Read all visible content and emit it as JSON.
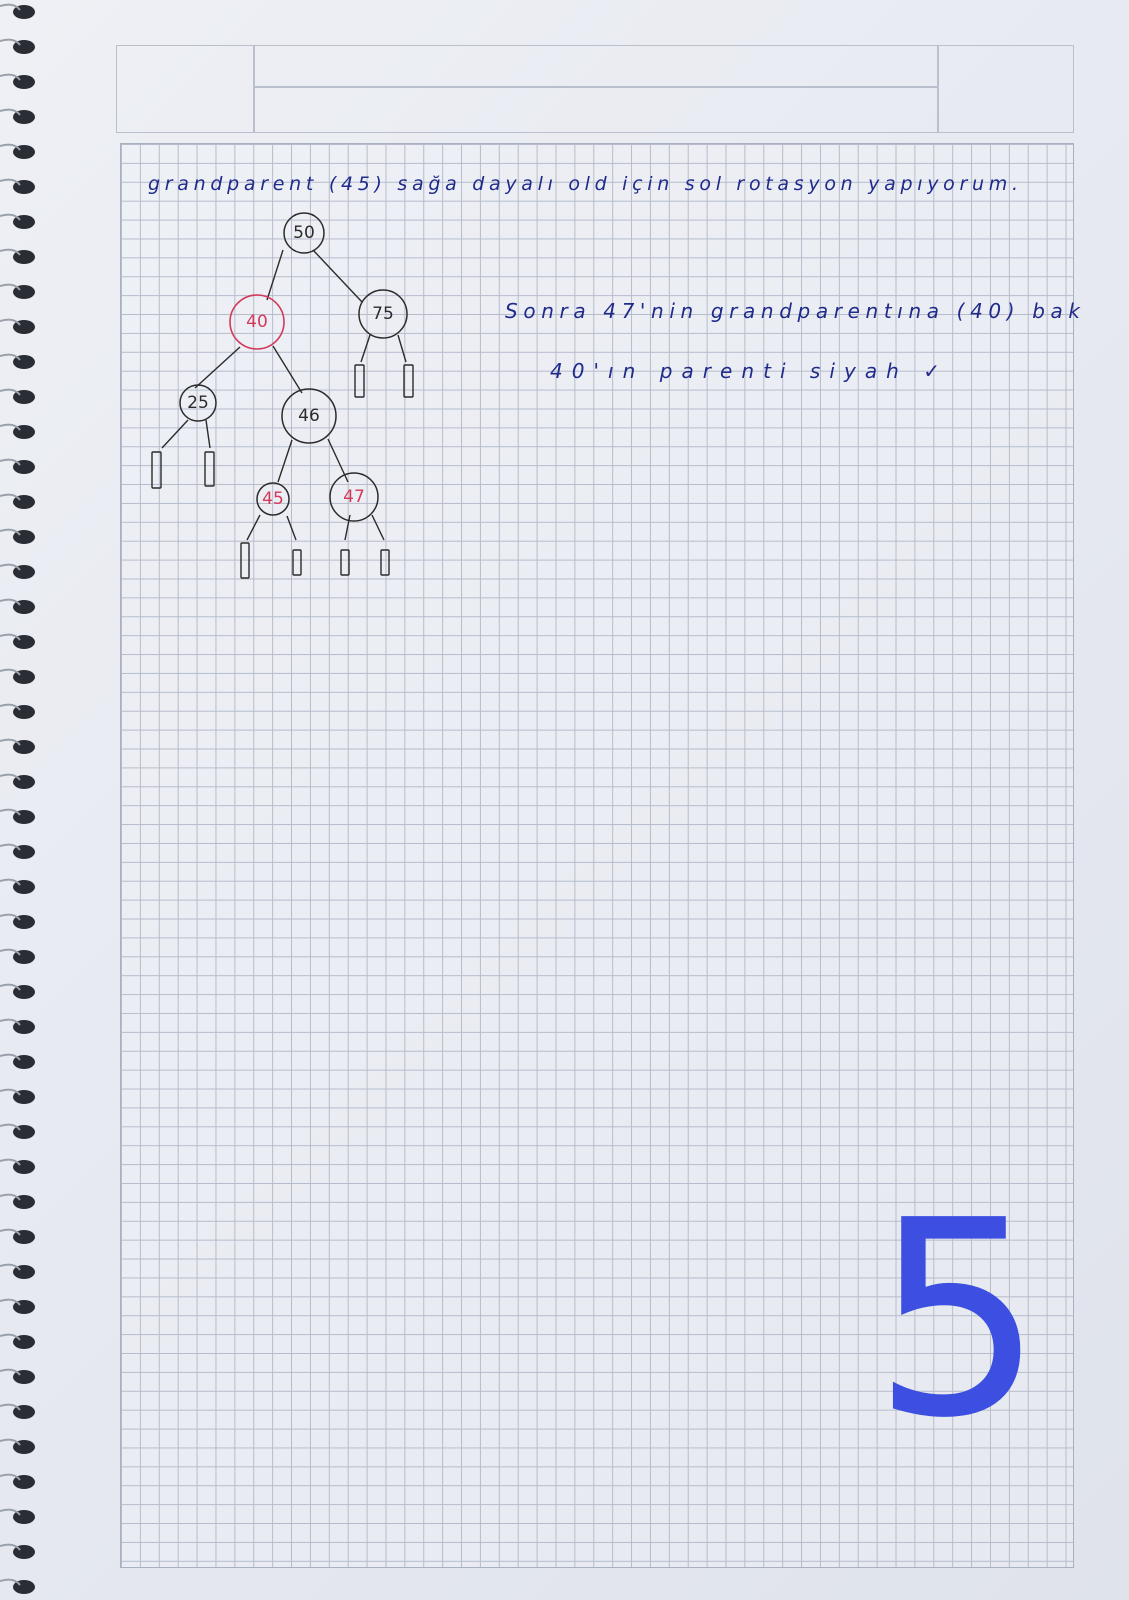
{
  "notes": {
    "line1": "grandparent (45) sağa dayalı old için sol rotasyon yapıyorum.",
    "line2": "Sonra 47'nin grandparentına (40) bak",
    "line3": "40'ın parenti siyah ✓"
  },
  "tree": {
    "nodes": [
      {
        "id": "n50",
        "label": "50",
        "color": "black"
      },
      {
        "id": "n40",
        "label": "40",
        "color": "red"
      },
      {
        "id": "n75",
        "label": "75",
        "color": "black"
      },
      {
        "id": "n25",
        "label": "25",
        "color": "black"
      },
      {
        "id": "n46",
        "label": "46",
        "color": "black"
      },
      {
        "id": "n45",
        "label": "45",
        "color": "red"
      },
      {
        "id": "n47",
        "label": "47",
        "color": "red"
      }
    ],
    "edges": [
      [
        "n50",
        "n40"
      ],
      [
        "n50",
        "n75"
      ],
      [
        "n40",
        "n25"
      ],
      [
        "n40",
        "n46"
      ],
      [
        "n46",
        "n45"
      ],
      [
        "n46",
        "n47"
      ]
    ]
  },
  "page_number": "5",
  "colors": {
    "ink": "#1f2a8a",
    "red_node": "#d23a5a",
    "black_node": "#2b2b2b",
    "page_number": "#3d4fe0"
  }
}
